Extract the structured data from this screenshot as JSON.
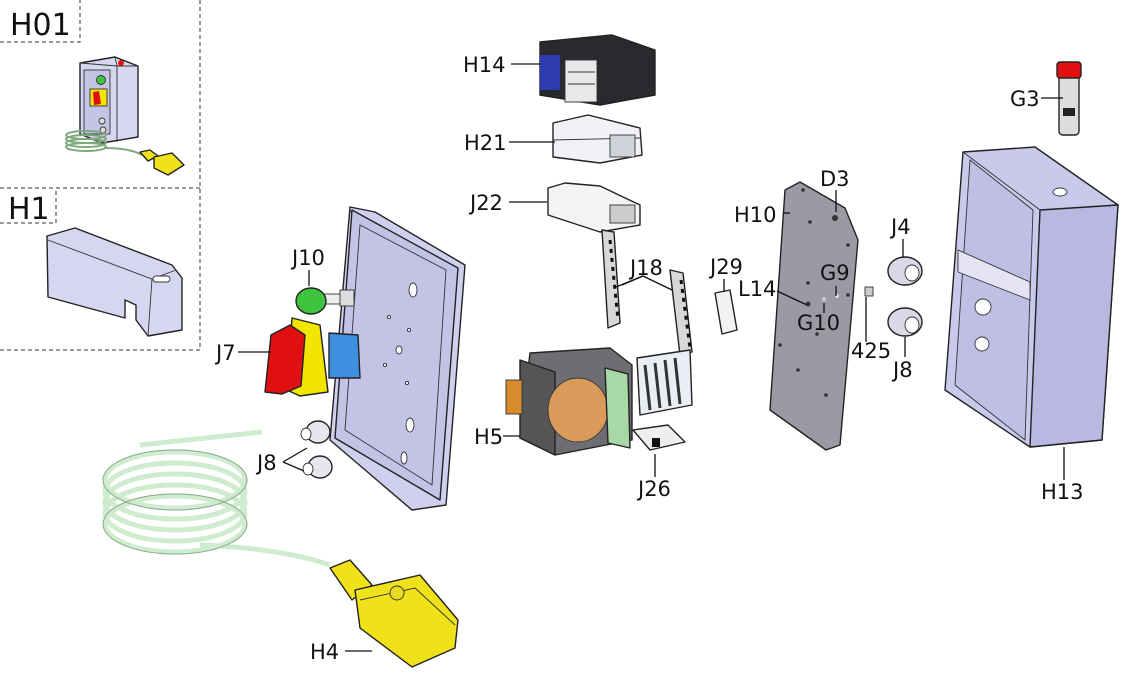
{
  "diagram": {
    "type": "exploded-parts-view",
    "insets": [
      {
        "id": "H01",
        "label": "H01",
        "description": "assembled control box with pendant"
      },
      {
        "id": "H1",
        "label": "H1",
        "description": "protective cover"
      }
    ],
    "callouts": [
      {
        "id": "H14",
        "label": "H14",
        "part": "contactor"
      },
      {
        "id": "H21",
        "label": "H21",
        "part": "contactor"
      },
      {
        "id": "J22",
        "label": "J22",
        "part": "relay block"
      },
      {
        "id": "J18",
        "label": "J18",
        "part": "DIN rails"
      },
      {
        "id": "J29",
        "label": "J29",
        "part": "end clamp"
      },
      {
        "id": "J10",
        "label": "J10",
        "part": "green indicator button"
      },
      {
        "id": "J7",
        "label": "J7",
        "part": "main switch (red/yellow)"
      },
      {
        "id": "J8",
        "label": "J8",
        "part": "cable glands (cover)"
      },
      {
        "id": "H5",
        "label": "H5",
        "part": "transformer"
      },
      {
        "id": "J26",
        "label": "J26",
        "part": "terminal block"
      },
      {
        "id": "H10",
        "label": "H10",
        "part": "mounting plate"
      },
      {
        "id": "D3",
        "label": "D3",
        "part": "screw"
      },
      {
        "id": "G9",
        "label": "G9",
        "part": "washer"
      },
      {
        "id": "L14",
        "label": "L14",
        "part": "screw"
      },
      {
        "id": "G10",
        "label": "G10",
        "part": "washer"
      },
      {
        "id": "425",
        "label": "425",
        "part": "nut"
      },
      {
        "id": "J4",
        "label": "J4",
        "part": "cable gland"
      },
      {
        "id": "J8b",
        "label": "J8",
        "part": "cable gland (box)"
      },
      {
        "id": "G3",
        "label": "G3",
        "part": "red indicator lamp"
      },
      {
        "id": "H13",
        "label": "H13",
        "part": "enclosure box"
      },
      {
        "id": "H4",
        "label": "H4",
        "part": "pendant plug with coiled cable"
      }
    ],
    "colors": {
      "enclosure": "#c9c9ec",
      "plate": "#9a9aa4",
      "contactor_dark": "#2a2a2e",
      "switch_red": "#e01010",
      "switch_yellow": "#f2e600",
      "switch_blue": "#3f8fe0",
      "button_green": "#3ec43e",
      "cable_green": "#cfeccf",
      "plug_yellow": "#f0e21a",
      "transformer_grey": "#6e6e72",
      "coil_copper": "#d99a5a",
      "transformer_bracket": "#a8d8a8"
    }
  }
}
